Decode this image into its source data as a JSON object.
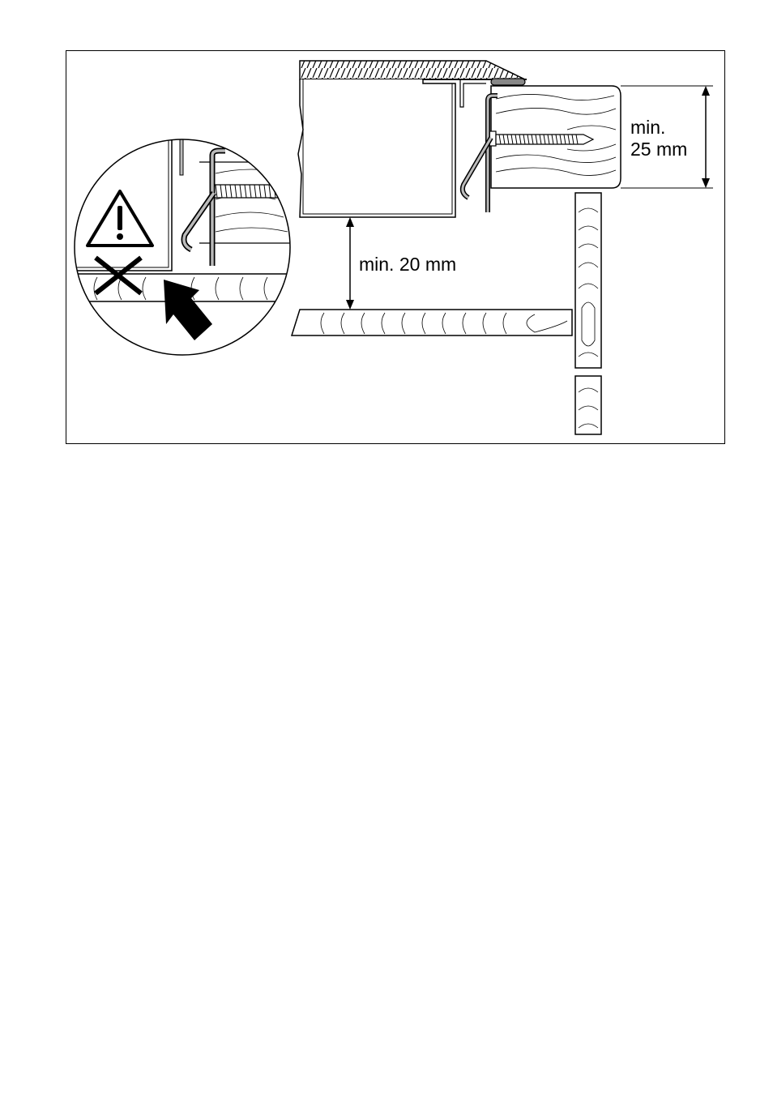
{
  "diagram": {
    "labels": {
      "min_25_line1": "min.",
      "min_25_line2": "25 mm",
      "min_20": "min. 20 mm"
    },
    "icons": {
      "warning": "warning-triangle-icon",
      "prohibited": "x-cross-icon",
      "pointer": "arrow-pointer-icon"
    },
    "colors": {
      "stroke": "#000000",
      "fill": "#ffffff",
      "seal": "#888888"
    }
  }
}
